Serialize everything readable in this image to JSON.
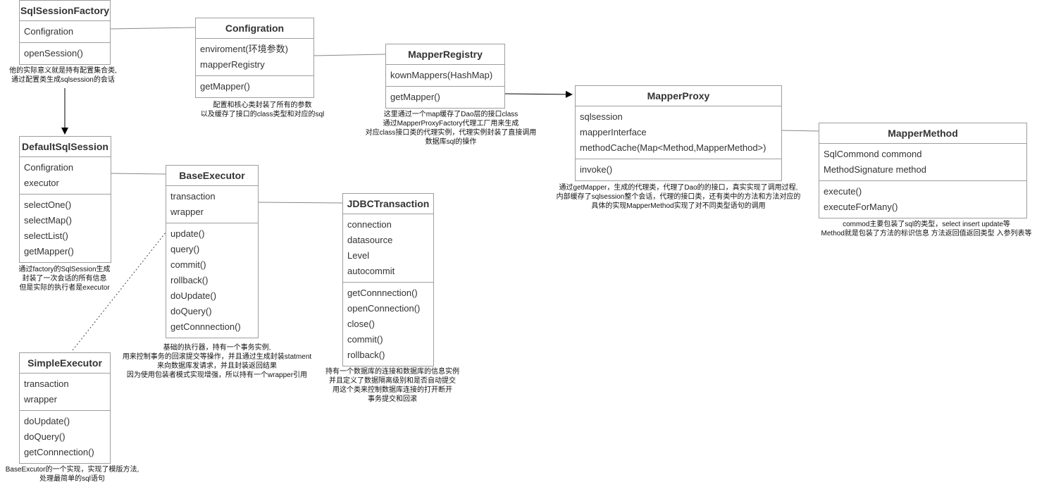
{
  "classes": {
    "sqlsessionfactory": {
      "title": "SqlSessionFactory",
      "fields": [
        "Configration"
      ],
      "methods": [
        "openSession()"
      ]
    },
    "configration": {
      "title": "Configration",
      "fields": [
        "enviroment(环境参数)",
        "mapperRegistry"
      ],
      "methods": [
        "getMapper()"
      ]
    },
    "mapperregistry": {
      "title": "MapperRegistry",
      "fields": [
        "kownMappers(HashMap)"
      ],
      "methods": [
        "getMapper()"
      ]
    },
    "mapperproxy": {
      "title": "MapperProxy",
      "fields": [
        "sqlsession",
        "mapperInterface",
        "methodCache(Map<Method,MapperMethod>)"
      ],
      "methods": [
        "invoke()"
      ]
    },
    "mappermethod": {
      "title": "MapperMethod",
      "fields": [
        "SqlCommond commond",
        "MethodSignature method"
      ],
      "methods": [
        "execute()",
        "executeForMany()"
      ]
    },
    "defaultsqlsession": {
      "title": "DefaultSqlSession",
      "fields": [
        "Configration",
        "executor"
      ],
      "methods": [
        "selectOne()",
        "selectMap()",
        "selectList()",
        "getMapper()"
      ]
    },
    "baseexecutor": {
      "title": "BaseExecutor",
      "fields": [
        "transaction",
        "wrapper"
      ],
      "methods": [
        "update()",
        "query()",
        "commit()",
        "rollback()",
        "doUpdate()",
        "doQuery()",
        "getConnnection()"
      ]
    },
    "jdbctransaction": {
      "title": "JDBCTransaction",
      "fields": [
        "connection",
        "datasource",
        "Level",
        "autocommit"
      ],
      "methods": [
        "getConnnection()",
        "openConnection()",
        "close()",
        "commit()",
        "rollback()"
      ]
    },
    "simpleexecutor": {
      "title": "SimpleExecutor",
      "fields": [
        "transaction",
        "wrapper"
      ],
      "methods": [
        "doUpdate()",
        "doQuery()",
        "getConnnection()"
      ]
    }
  },
  "notes": {
    "sqlsessionfactory": [
      "他的实际意义就是持有配置集合类,",
      "通过配置类生成sqlsession的会话"
    ],
    "configration": [
      "配置和核心类封装了所有的参数",
      "以及缓存了接口的class类型和对应的sql"
    ],
    "mapperregistry": [
      "这里通过一个map缓存了Dao层的接口class",
      "通过MapperProxyFactory代理工厂用来生成",
      "对应class接口类的代理实例，代理实例封装了直接调用",
      "数据库sql的操作"
    ],
    "mapperproxy": [
      "通过getMapper，生成的代理类，代理了Dao的的接口，真实实现了调用过程,",
      "内部缓存了sqlsession整个会话，代理的接口类，还有类中的方法和方法对应的",
      "具体的实现MapperMethod实现了对不同类型语句的调用"
    ],
    "mappermethod": [
      "commod主要包装了sql的类型，select insert update等",
      "Method就是包装了方法的标识信息 方法返回值返回类型 入参列表等"
    ],
    "defaultsqlsession": [
      "通过factory的SqlSession生成",
      "封装了一次会话的所有信息",
      "但是实际的执行者是executor"
    ],
    "baseexecutor": [
      "基础的执行器，持有一个事务实例,",
      "用来控制事务的回滚提交等操作，并且通过生成封装statment",
      "来向数据库发请求，并且封装返回结果",
      "因为使用包装者模式实现增强，所以持有一个wrapper引用"
    ],
    "jdbctransaction": [
      "持有一个数据库的连接和数据库的信息实例",
      "并且定义了数据隔离级别和是否自动提交",
      "用这个类来控制数据库连接的打开断开",
      "事务提交和回滚"
    ],
    "simpleexecutor": [
      "BaseExcutor的一个实现，实现了模版方法,",
      "处理最简单的sql语句"
    ]
  },
  "colors": {
    "border": "#9e9e9e",
    "line": "#888888",
    "arrow": "#000000"
  }
}
